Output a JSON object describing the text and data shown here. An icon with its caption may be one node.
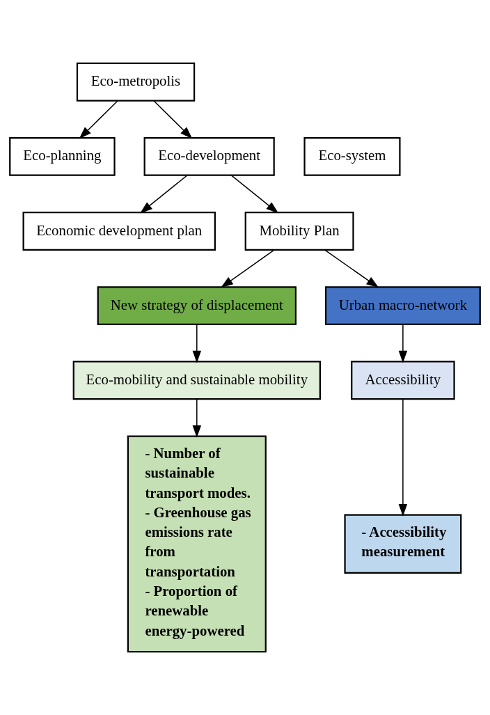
{
  "diagram": {
    "nodes": [
      {
        "text": [
          "Eco-metropolis"
        ]
      },
      {
        "text": [
          "Eco-planning"
        ]
      },
      {
        "text": [
          "Eco-system"
        ]
      },
      {
        "text": [
          "Eco-development"
        ]
      },
      {
        "text": [
          "Economic development plan"
        ]
      },
      {
        "text": [
          "Mobility Plan"
        ]
      },
      {
        "text": [
          "- Number of sustainable transport modes.",
          "- Greenhouse gas emissions rate from transportation",
          "- Proportion of renewable energy-powered"
        ]
      },
      {
        "text": [
          "Eco-mobility and sustainable mobility"
        ]
      },
      {
        "text": [
          "New strategy of displacement"
        ]
      },
      {
        "text": [
          "Accessibility"
        ]
      },
      {
        "text": [
          "Urban macro-network"
        ]
      },
      {
        "text": [
          "- Accessibility measurement"
        ]
      }
    ],
    "edges": [
      {
        "from": 0,
        "to": 1,
        "arrow": "to"
      },
      {
        "from": 0,
        "to": 3,
        "arrow": "to"
      },
      {
        "from": 3,
        "to": 4,
        "arrow": "to"
      },
      {
        "from": 3,
        "to": 5,
        "arrow": "to"
      },
      {
        "from": 5,
        "to": 8,
        "arrow": "to"
      },
      {
        "from": 5,
        "to": 10,
        "arrow": "to"
      },
      {
        "from": 8,
        "to": 7,
        "arrow": "to"
      },
      {
        "from": 7,
        "to": 6,
        "arrow": "to"
      },
      {
        "from": 10,
        "to": 9,
        "arrow": "to"
      },
      {
        "from": 9,
        "to": 11,
        "arrow": "to"
      }
    ]
  }
}
